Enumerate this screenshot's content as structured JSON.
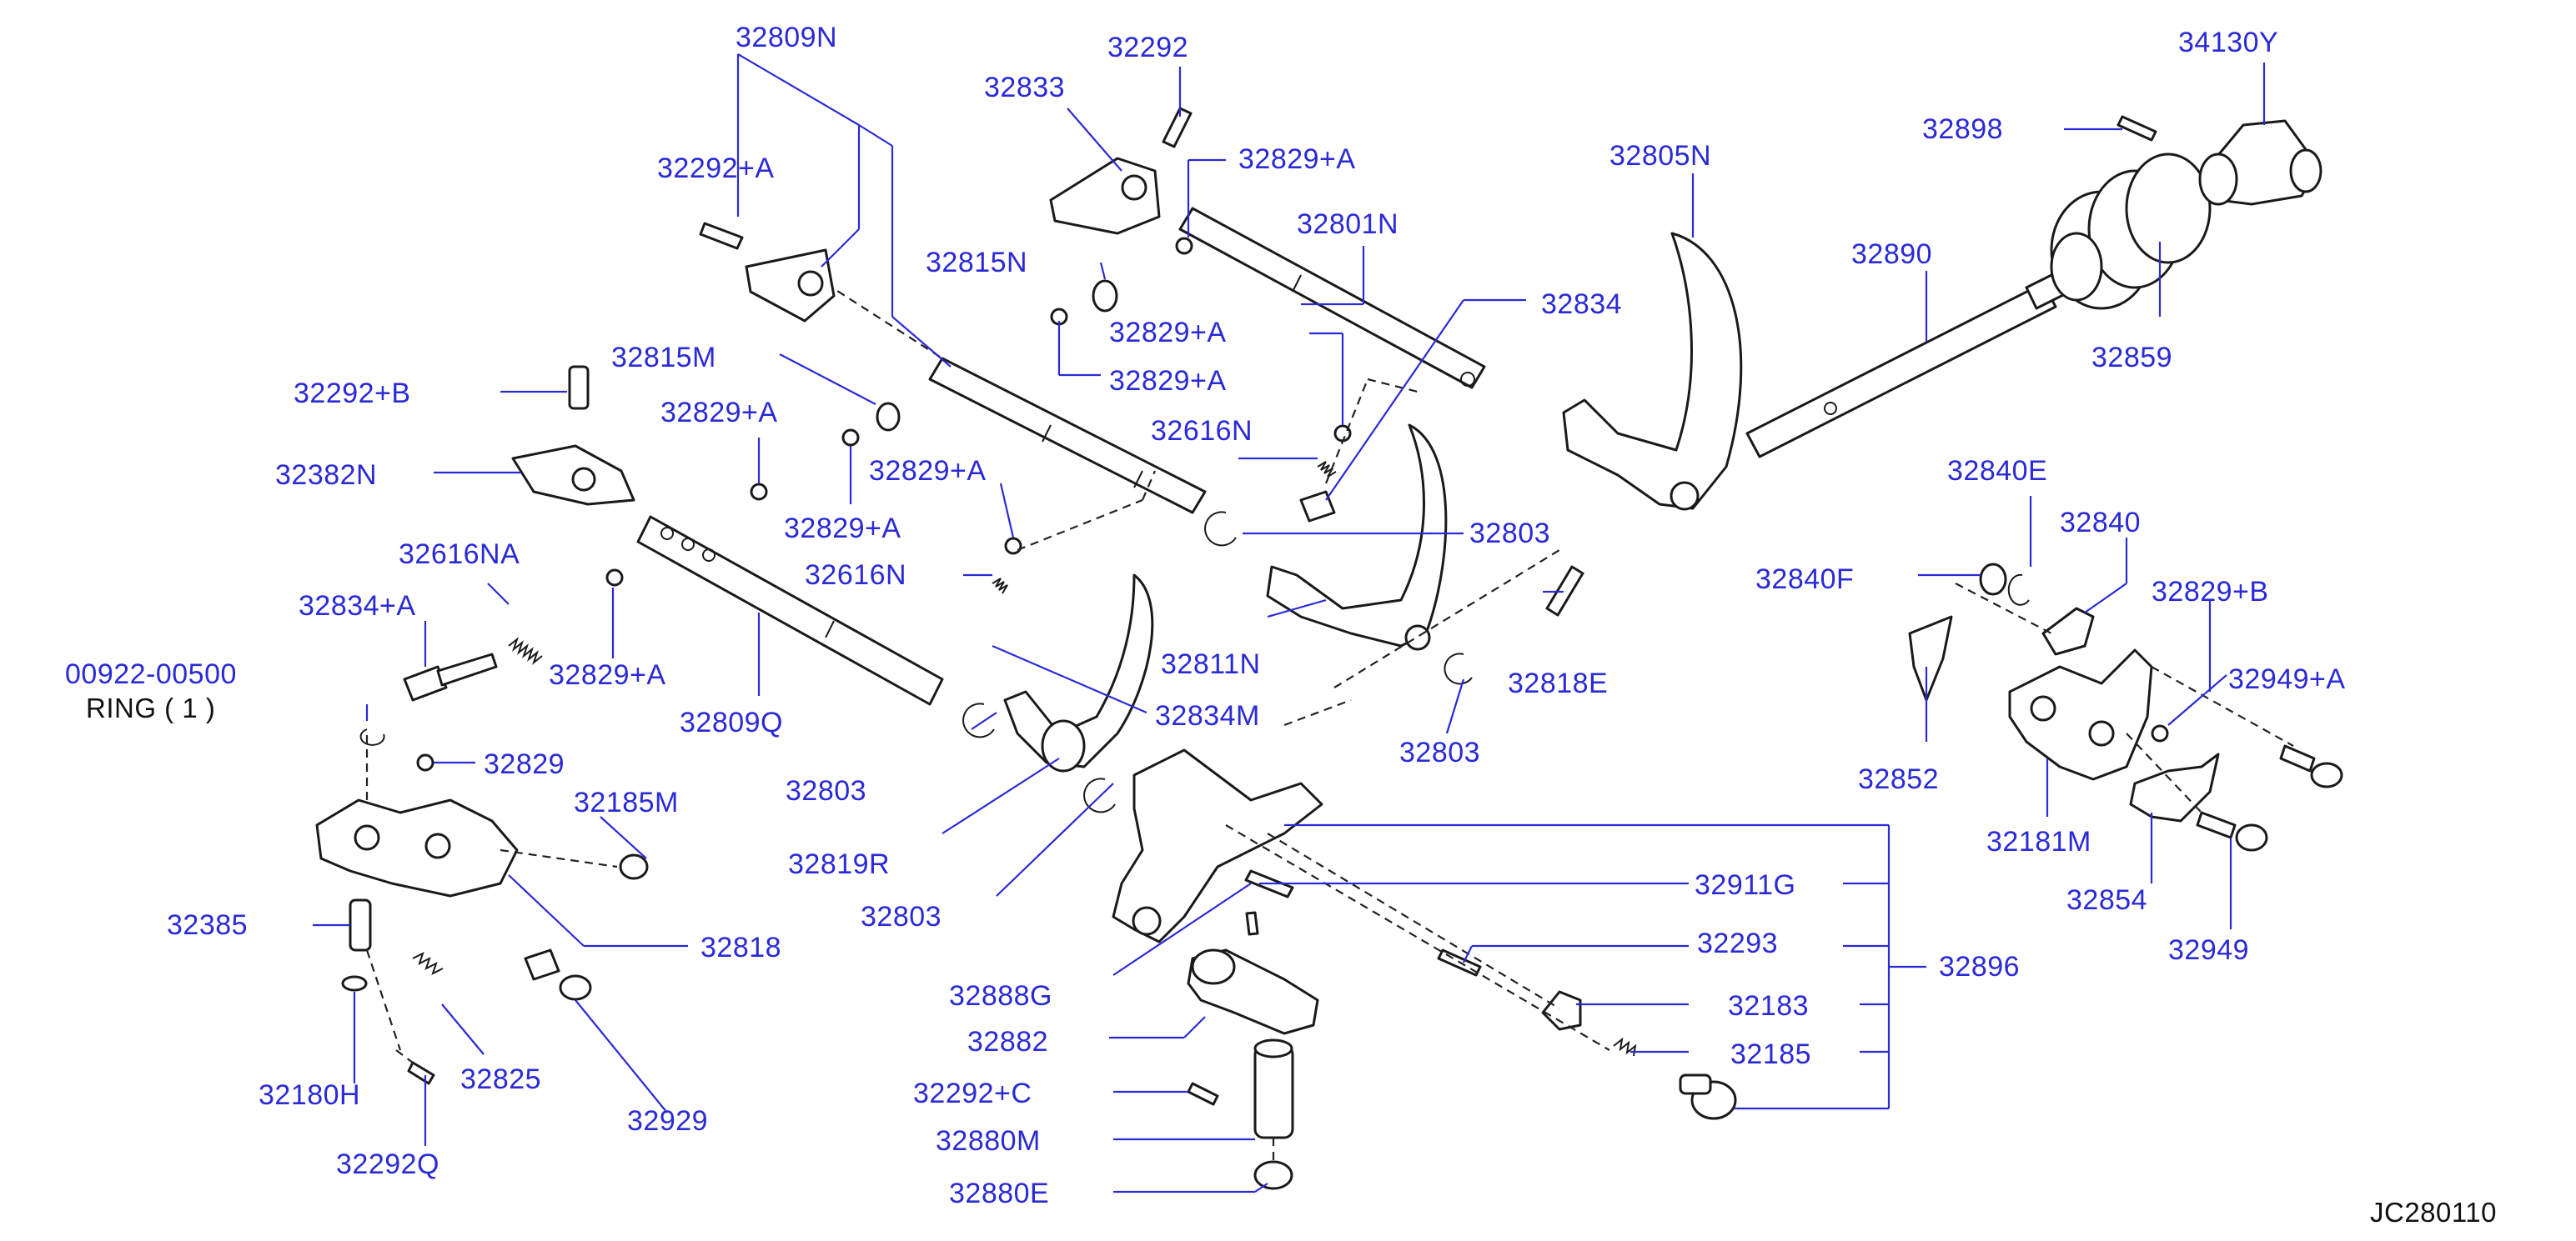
{
  "diagram": {
    "code": "JC280110",
    "labels": [
      "32809N",
      "32292",
      "34130Y",
      "32833",
      "32829+A",
      "32898",
      "32292+A",
      "32805N",
      "32801N",
      "32815N",
      "32890",
      "32834",
      "32829+A",
      "32829+A",
      "32859",
      "32815M",
      "32292+B",
      "32829+A",
      "32616N",
      "32382N",
      "32829+A",
      "32840E",
      "32829+A",
      "32803",
      "32840",
      "32616N",
      "32840F",
      "32616NA",
      "32829+B",
      "32834+A",
      "32811N",
      "32949+A",
      "00922-00500",
      "32829+A",
      "32818E",
      "32809Q",
      "RING ( 1 )",
      "32834M",
      "32852",
      "32829",
      "32803",
      "32803",
      "32185M",
      "32181M",
      "32819R",
      "32911G",
      "32854",
      "32385",
      "32818",
      "32803",
      "32293",
      "32896",
      "32949",
      "32888G",
      "32183",
      "32882",
      "32185",
      "32825",
      "32180H",
      "32292+C",
      "32929",
      "32880M",
      "32292Q",
      "32880E"
    ]
  }
}
